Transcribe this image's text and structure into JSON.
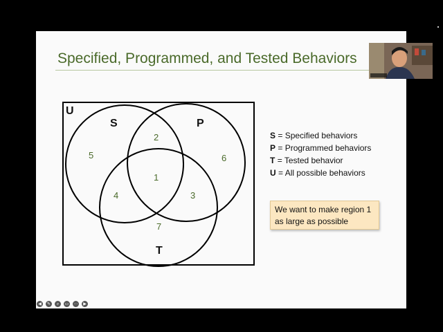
{
  "slide": {
    "title": "Specified, Programmed, and Tested Behaviors",
    "venn": {
      "universe_label": "U",
      "sets": [
        "S",
        "P",
        "T"
      ],
      "regions": [
        "1",
        "2",
        "3",
        "4",
        "5",
        "6",
        "7"
      ]
    },
    "legend": [
      {
        "key": "S",
        "text": "= Specified behaviors"
      },
      {
        "key": "P",
        "text": "= Programmed behaviors"
      },
      {
        "key": "T",
        "text": "= Tested behavior"
      },
      {
        "key": "U",
        "text": "= All possible behaviors"
      }
    ],
    "callout": {
      "line1": "We want to make region 1",
      "line2": "as large as possible"
    }
  },
  "colors": {
    "title": "#4a6a2a",
    "region_numbers": "#4a6a2a",
    "callout_bg": "#fce7c1"
  },
  "toolbar_icons": [
    "back-icon",
    "pen-icon",
    "zoom-icon",
    "caption-icon",
    "more-icon",
    "next-icon"
  ]
}
